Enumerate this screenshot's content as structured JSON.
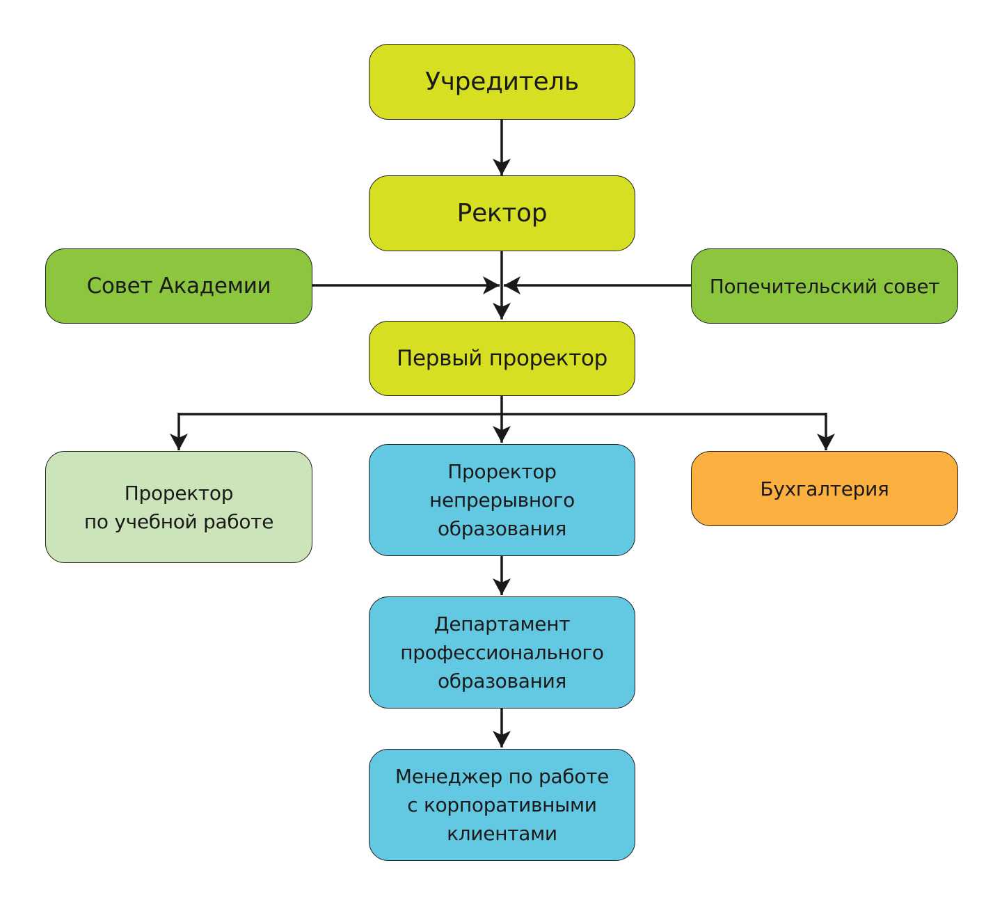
{
  "colors": {
    "lime": "#d6df22",
    "green": "#8cc63f",
    "pale_green": "#cbe4b9",
    "cyan": "#63c9e3",
    "orange": "#fbb040",
    "line": "#1a1a1a"
  },
  "nodes": {
    "founder": {
      "label": "Учредитель"
    },
    "rector": {
      "label": "Ректор"
    },
    "academy_council": {
      "label": "Совет Академии"
    },
    "board_of_trustees": {
      "label": "Попечительский совет"
    },
    "first_vice_rector": {
      "label": "Первый проректор"
    },
    "vice_rector_academic": {
      "label": "Проректор\nпо учебной работе"
    },
    "vice_rector_continuing": {
      "label": "Проректор\nнепрерывного\nобразования"
    },
    "accounting": {
      "label": "Бухгалтерия"
    },
    "department_professional": {
      "label": "Департамент\nпрофессионального\nобразования"
    },
    "corporate_manager": {
      "label": "Менеджер по работе\nс корпоративными\nклиентами"
    }
  }
}
